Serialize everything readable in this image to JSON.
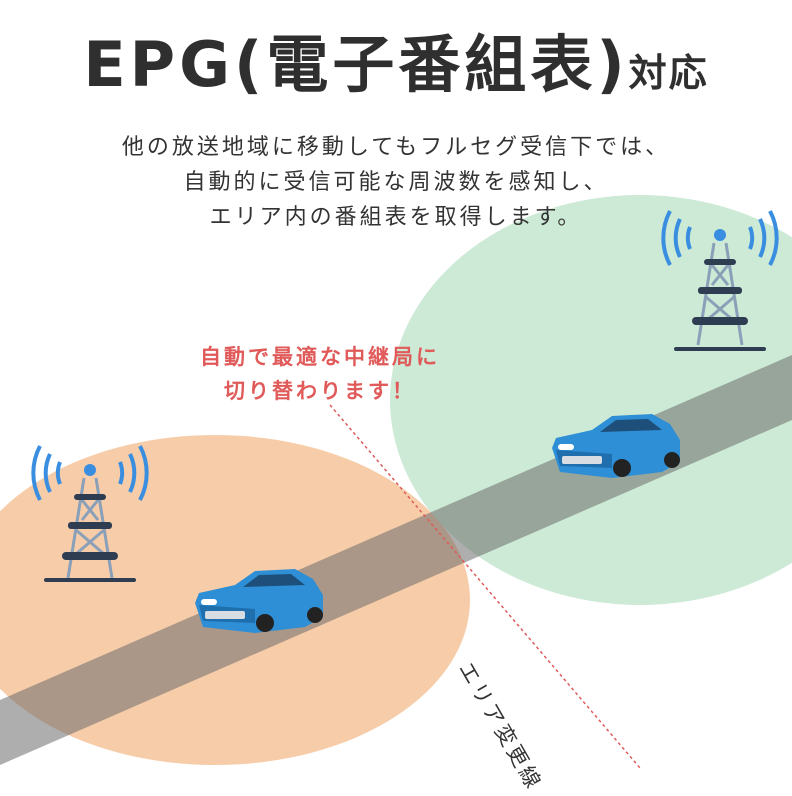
{
  "title": {
    "main": "EPG(電子番組表)",
    "suffix": "対応"
  },
  "description": [
    "他の放送地域に移動してもフルセグ受信下では、",
    "自動的に受信可能な周波数を感知し、",
    "エリア内の番組表を取得します。"
  ],
  "callout": [
    "自動で最適な中継局に",
    "切り替わります！"
  ],
  "area_line_label": "エリア変更線",
  "colors": {
    "left_area": "#f7cda9",
    "right_area": "#c9e8d3",
    "road": "#7a7a7a",
    "car": "#2e8fd6",
    "signal": "#3a8ee0",
    "callout": "#e05a5a",
    "tower": "#2f3d52"
  },
  "icons": [
    "broadcast-tower-icon",
    "car-icon",
    "signal-wave-icon"
  ]
}
